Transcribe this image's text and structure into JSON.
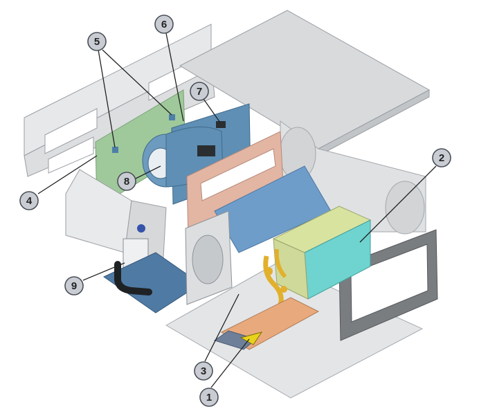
{
  "callouts": [
    {
      "id": "1",
      "label": "1"
    },
    {
      "id": "2",
      "label": "2"
    },
    {
      "id": "3",
      "label": "3"
    },
    {
      "id": "4",
      "label": "4"
    },
    {
      "id": "5",
      "label": "5"
    },
    {
      "id": "6",
      "label": "6"
    },
    {
      "id": "7",
      "label": "7"
    },
    {
      "id": "8",
      "label": "8"
    },
    {
      "id": "9",
      "label": "9"
    }
  ],
  "colors": {
    "frame_gray": "#d4d6d8",
    "frame_edge": "#9a9ea3",
    "control_board": "#9fc99a",
    "blower_blue": "#5f8fb4",
    "insulation_pink": "#e3b5a3",
    "drain_pan_blue": "#6f9dc9",
    "coil_cyan": "#6fd3cf",
    "coil_frame": "#d9e3a0",
    "valve_gold": "#e2b02c",
    "base_tray_blue": "#4f7aa3",
    "heater_white": "#e9eaeb",
    "warning_yellow": "#e8d21c",
    "gasket_dark": "#6a6d70"
  }
}
